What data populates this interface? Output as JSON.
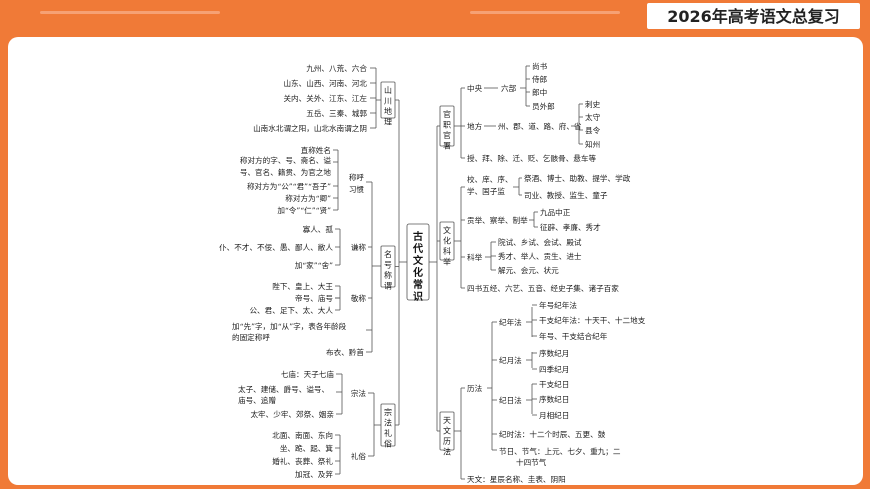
{
  "banner": "2026年高考语文总复习",
  "center": "古代文化常识",
  "left": [
    {
      "label": "山川地理",
      "groups": [
        {
          "items": [
            "九州、八荒、六合",
            "山东、山西、河南、河北",
            "关内、关外、江东、江左",
            "五岳、三秦、城郭",
            "山南水北谓之阳，山北水南谓之阴"
          ]
        }
      ]
    },
    {
      "label": "名号称谓",
      "groups": [
        {
          "label": "称呼习惯",
          "items": [
            "直称姓名",
            "称对方的字、号、斋名、谥号、官名、籍贯、为官之地",
            "称对方为“公”“君”“吾子”",
            "称对方为“卿”",
            "加“令”“仁”“贤”"
          ]
        },
        {
          "label": "谦称",
          "items": [
            "寡人、孤",
            "仆、不才、不佞、愚、鄙人、敝人",
            "加“家”“舍”"
          ]
        },
        {
          "label": "敬称",
          "items": [
            "陛下、皇上、大王",
            "帝号、庙号",
            "公、君、足下、太、大人",
            "加“先”字，加“从”字，表各年龄段的固定称呼"
          ]
        },
        {
          "items": [
            "布衣、黔首"
          ]
        }
      ]
    },
    {
      "label": "宗法礼俗",
      "groups": [
        {
          "label": "宗法",
          "items": [
            "七庙：天子七庙",
            "太子、建储、爵号、谥号、庙号、追赠",
            "太牢、少牢、郊祭、姻亲"
          ]
        },
        {
          "label": "礼俗",
          "items": [
            "北面、南面、东向",
            "坐、跪、跽、箕",
            "婚礼、丧葬、祭礼",
            "加冠、及笄"
          ]
        }
      ]
    }
  ],
  "right": [
    {
      "label": "官职官署",
      "items": [
        {
          "label": "中央",
          "sub": [
            {
              "label": "六部",
              "items": [
                "尚书",
                "侍郎",
                "郎中",
                "员外郎"
              ]
            }
          ]
        },
        {
          "label": "地方",
          "sub": [
            {
              "label": "州、郡、道、路、府、省",
              "items": [
                "刺史",
                "太守",
                "县令",
                "知州"
              ]
            }
          ]
        },
        {
          "label": "授、拜、除、迁、贬、乞骸骨、悬车等"
        }
      ]
    },
    {
      "label": "文化科举",
      "items": [
        {
          "label": "校、庠、序、学、国子监",
          "items": [
            "祭酒、博士、助教、提学、学政",
            "司业、教授、监生、童子"
          ]
        },
        {
          "label": "贡举、察举、制举",
          "items": [
            "九品中正",
            "征辟、孝廉、秀才"
          ]
        },
        {
          "label": "科举",
          "items": [
            "院试、乡试、会试、殿试",
            "秀才、举人、贡生、进士",
            "解元、会元、状元"
          ]
        },
        {
          "label": "四书五经、六艺、五音、经史子集、诸子百家"
        }
      ]
    },
    {
      "label": "天文历法",
      "items": [
        {
          "label": "历法",
          "sub": [
            {
              "label": "纪年法",
              "items": [
                "年号纪年法",
                "干支纪年法：十天干、十二地支",
                "年号、干支结合纪年"
              ]
            },
            {
              "label": "纪月法",
              "items": [
                "序数纪月",
                "四季纪月"
              ]
            },
            {
              "label": "纪日法",
              "items": [
                "干支纪日",
                "序数纪日",
                "月相纪日"
              ]
            },
            {
              "label": "纪时法：十二个时辰、五更、鼓"
            },
            {
              "label": "节日、节气：上元、七夕、重九；二十四节气"
            }
          ]
        },
        {
          "label": "天文：星辰名称、圭表、阴阳"
        }
      ]
    }
  ]
}
